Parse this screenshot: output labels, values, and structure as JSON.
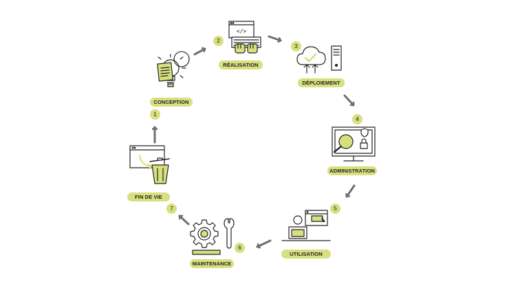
{
  "steps": [
    {
      "number": "1",
      "label": "CONCEPTION",
      "icon": "lightbulb-document-icon"
    },
    {
      "number": "2",
      "label": "RÉALISATION",
      "icon": "code-keyboard-icon"
    },
    {
      "number": "3",
      "label": "DÉPLOIEMENT",
      "icon": "cloud-server-icon"
    },
    {
      "number": "4",
      "label": "ADMINISTRATION",
      "icon": "monitor-search-lock-icon"
    },
    {
      "number": "5",
      "label": "UTILISATION",
      "icon": "user-laptop-icon"
    },
    {
      "number": "6",
      "label": "MAINTENANCE",
      "icon": "gear-wrench-icon"
    },
    {
      "number": "7",
      "label": "FIN DE VIE",
      "icon": "window-trash-icon"
    }
  ],
  "colors": {
    "accent": "#d7df7e",
    "arrow": "#6b6f73",
    "line": "#222222"
  }
}
